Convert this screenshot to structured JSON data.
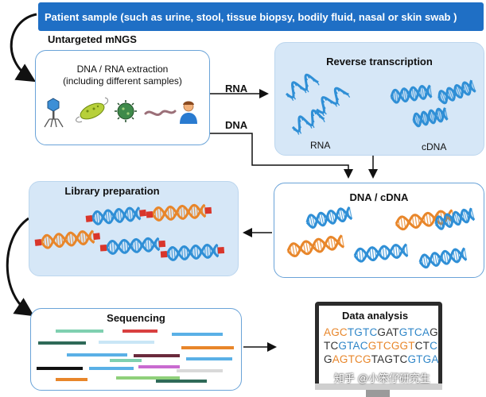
{
  "banner": "Patient  sample (such as urine, stool, tissue biopsy, bodily fluid, nasal or skin swab )",
  "untargeted_title": "Untargeted mNGS",
  "extraction": {
    "line1": "DNA / RNA extraction",
    "line2": "(including different samples)"
  },
  "arrow_labels": {
    "rna": "RNA",
    "dna": "DNA"
  },
  "reverse_transcription": {
    "title": "Reverse transcription",
    "rna_label": "RNA",
    "cdna_label": "cDNA"
  },
  "dna_cdna_title": "DNA / cDNA",
  "library_title": "Library preparation",
  "sequencing_title": "Sequencing",
  "data_analysis": {
    "title": "Data analysis",
    "lines": [
      [
        {
          "t": "AGC",
          "c": "#e8862a"
        },
        {
          "t": "TGTC",
          "c": "#2f86c8"
        },
        {
          "t": "GAT",
          "c": "#333333"
        },
        {
          "t": "GTCA",
          "c": "#2f86c8"
        },
        {
          "t": "G",
          "c": "#333333"
        }
      ],
      [
        {
          "t": "TC",
          "c": "#333333"
        },
        {
          "t": "GTAC",
          "c": "#2f86c8"
        },
        {
          "t": "GTCGGT",
          "c": "#e8862a"
        },
        {
          "t": "CT",
          "c": "#333333"
        },
        {
          "t": "C",
          "c": "#2f86c8"
        }
      ],
      [
        {
          "t": "G",
          "c": "#333333"
        },
        {
          "t": "AGTCG",
          "c": "#e8862a"
        },
        {
          "t": "TAGTC",
          "c": "#333333"
        },
        {
          "t": "GTGA",
          "c": "#2f86c8"
        }
      ]
    ]
  },
  "watermark": "知乎 @小笨仔研究生",
  "colors": {
    "banner": "#1f6fc5",
    "box_border": "#6aa3d8",
    "box_fill": "#d6e7f7",
    "helix_blue": "#2f8fd6",
    "helix_orange": "#e8862a",
    "adapter_red": "#d9362b"
  },
  "sample_icons": [
    "bacteriophage-icon",
    "bacterium-icon",
    "virus-icon",
    "worm-icon",
    "human-icon"
  ]
}
